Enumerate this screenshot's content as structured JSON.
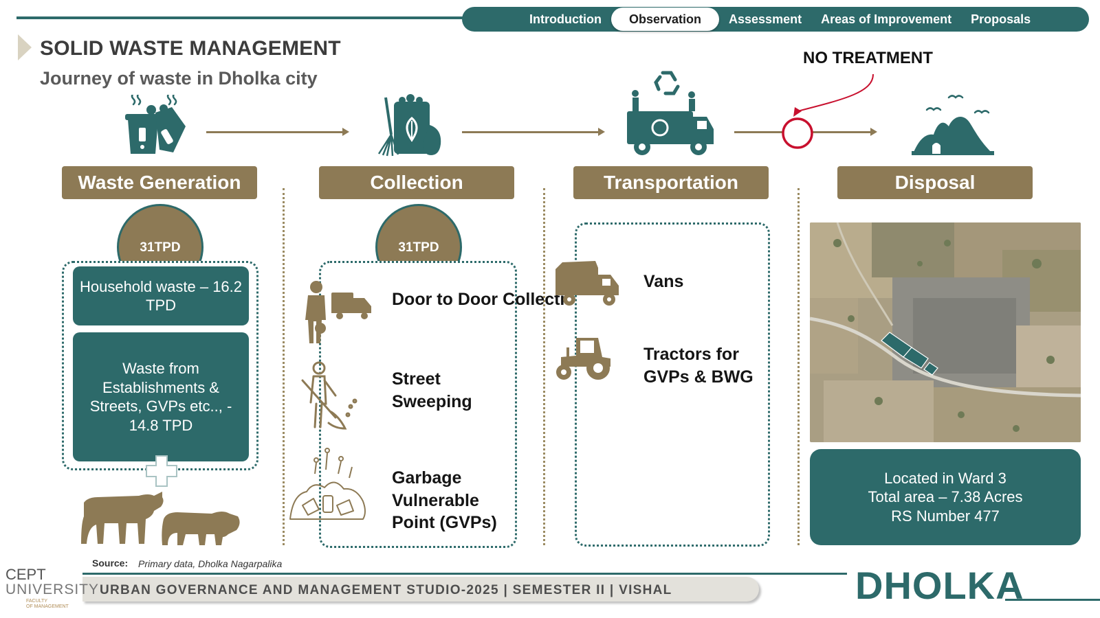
{
  "nav": {
    "tabs": [
      {
        "label": "Introduction"
      },
      {
        "label": "Observation",
        "active": true
      },
      {
        "label": "Assessment"
      },
      {
        "label": "Areas of Improvement"
      },
      {
        "label": "Proposals"
      }
    ]
  },
  "header": {
    "title": "SOLID WASTE MANAGEMENT",
    "subtitle": "Journey of waste in Dholka city",
    "annotation": "NO TREATMENT"
  },
  "stages": {
    "generation": {
      "label": "Waste Generation",
      "amount": "31TPD",
      "items": [
        "Household waste – 16.2 TPD",
        "Waste from Establishments & Streets, GVPs etc.., - 14.8 TPD"
      ]
    },
    "collection": {
      "label": "Collection",
      "amount": "31TPD",
      "items": [
        "Door to Door Collection",
        "Street Sweeping",
        "Garbage Vulnerable Point (GVPs)"
      ]
    },
    "transportation": {
      "label": "Transportation",
      "items": [
        "Vans",
        "Tractors for GVPs & BWG"
      ]
    },
    "disposal": {
      "label": "Disposal",
      "info": [
        "Located in Ward 3",
        "Total area – 7.38 Acres",
        "RS Number  477"
      ]
    }
  },
  "source": {
    "label": "Source:",
    "value": "Primary data, Dholka Nagarpalika"
  },
  "footer": {
    "studio": "URBAN GOVERNANCE AND MANAGEMENT STUDIO-2025 | SEMESTER II | VISHAL",
    "city": "DHOLKA",
    "logo_line1": "CEPT",
    "logo_line2": "UNIVERSITY",
    "logo_line3": "FACULTY",
    "logo_line4": "OF MANAGEMENT"
  },
  "colors": {
    "teal": "#2d6a6a",
    "khaki": "#8d7a55",
    "accent_red": "#c8102e"
  }
}
